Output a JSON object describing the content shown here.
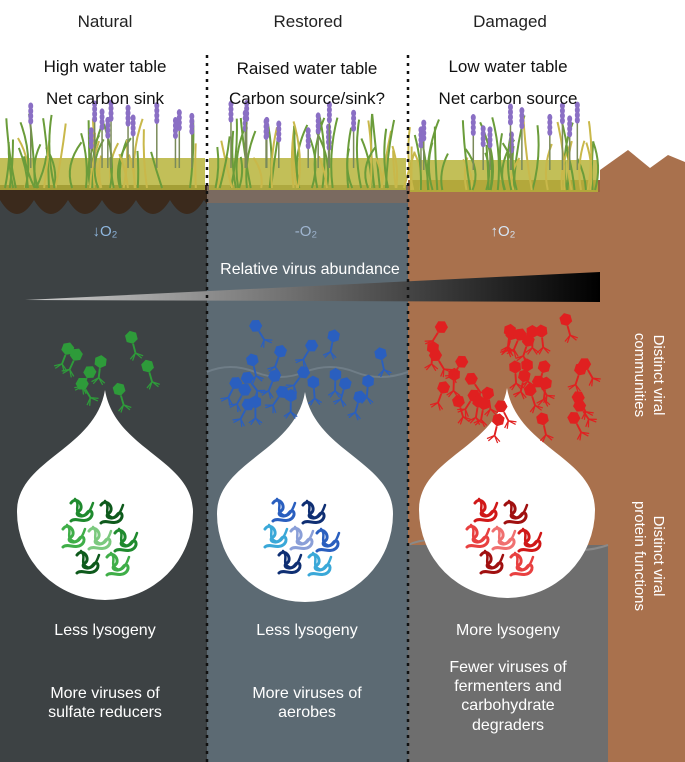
{
  "columns": [
    {
      "id": "natural",
      "header": "Natural",
      "status_line1": "High water table",
      "status_line2": "Net carbon sink",
      "o2": "↓O₂",
      "lysogeny": "Less lysogeny",
      "viruses_of": [
        "More viruses of",
        "sulfate reducers"
      ],
      "virus_color": "#2e9b3a",
      "protein_colors": [
        "#1f8a2e",
        "#0e5a1c",
        "#3fae48",
        "#7bc97e"
      ]
    },
    {
      "id": "restored",
      "header": "Restored",
      "status_line1": "Raised water table",
      "status_line2": "Carbon source/sink?",
      "o2": "-O₂",
      "lysogeny": "Less lysogeny",
      "viruses_of": [
        "More viruses of",
        "aerobes"
      ],
      "virus_color": "#2a5fbf",
      "protein_colors": [
        "#2a5fbf",
        "#0f2f73",
        "#3aa8d8",
        "#8a9fd8"
      ]
    },
    {
      "id": "damaged",
      "header": "Damaged",
      "status_line1": "Low water table",
      "status_line2": "Net carbon source",
      "o2": "↑O₂",
      "lysogeny": "More lysogeny",
      "viruses_of": [
        "Fewer viruses of",
        "fermenters and",
        "carbohydrate",
        "degraders"
      ],
      "virus_color": "#e02020",
      "protein_colors": [
        "#d01818",
        "#a01010",
        "#e84040",
        "#f07070"
      ]
    }
  ],
  "gradient_label": "Relative virus abundance",
  "side_labels": {
    "communities": [
      "Distinct viral",
      "communities"
    ],
    "functions": [
      "Distinct viral",
      "protein functions"
    ]
  },
  "colors": {
    "natural_soil": "#3d4244",
    "restored_soil": "#5c6a73",
    "damaged_soil": "#a9714d",
    "lower_damaged": "#6e6e6e",
    "peat_dark": "#3b2a1c",
    "plant_green": "#6a9c3a",
    "plant_yellow": "#c9b84a",
    "lavender": "#8a6fc4"
  },
  "icons": [
    "phage-icon",
    "protein-icon",
    "droplet-icon",
    "plant-icon"
  ]
}
